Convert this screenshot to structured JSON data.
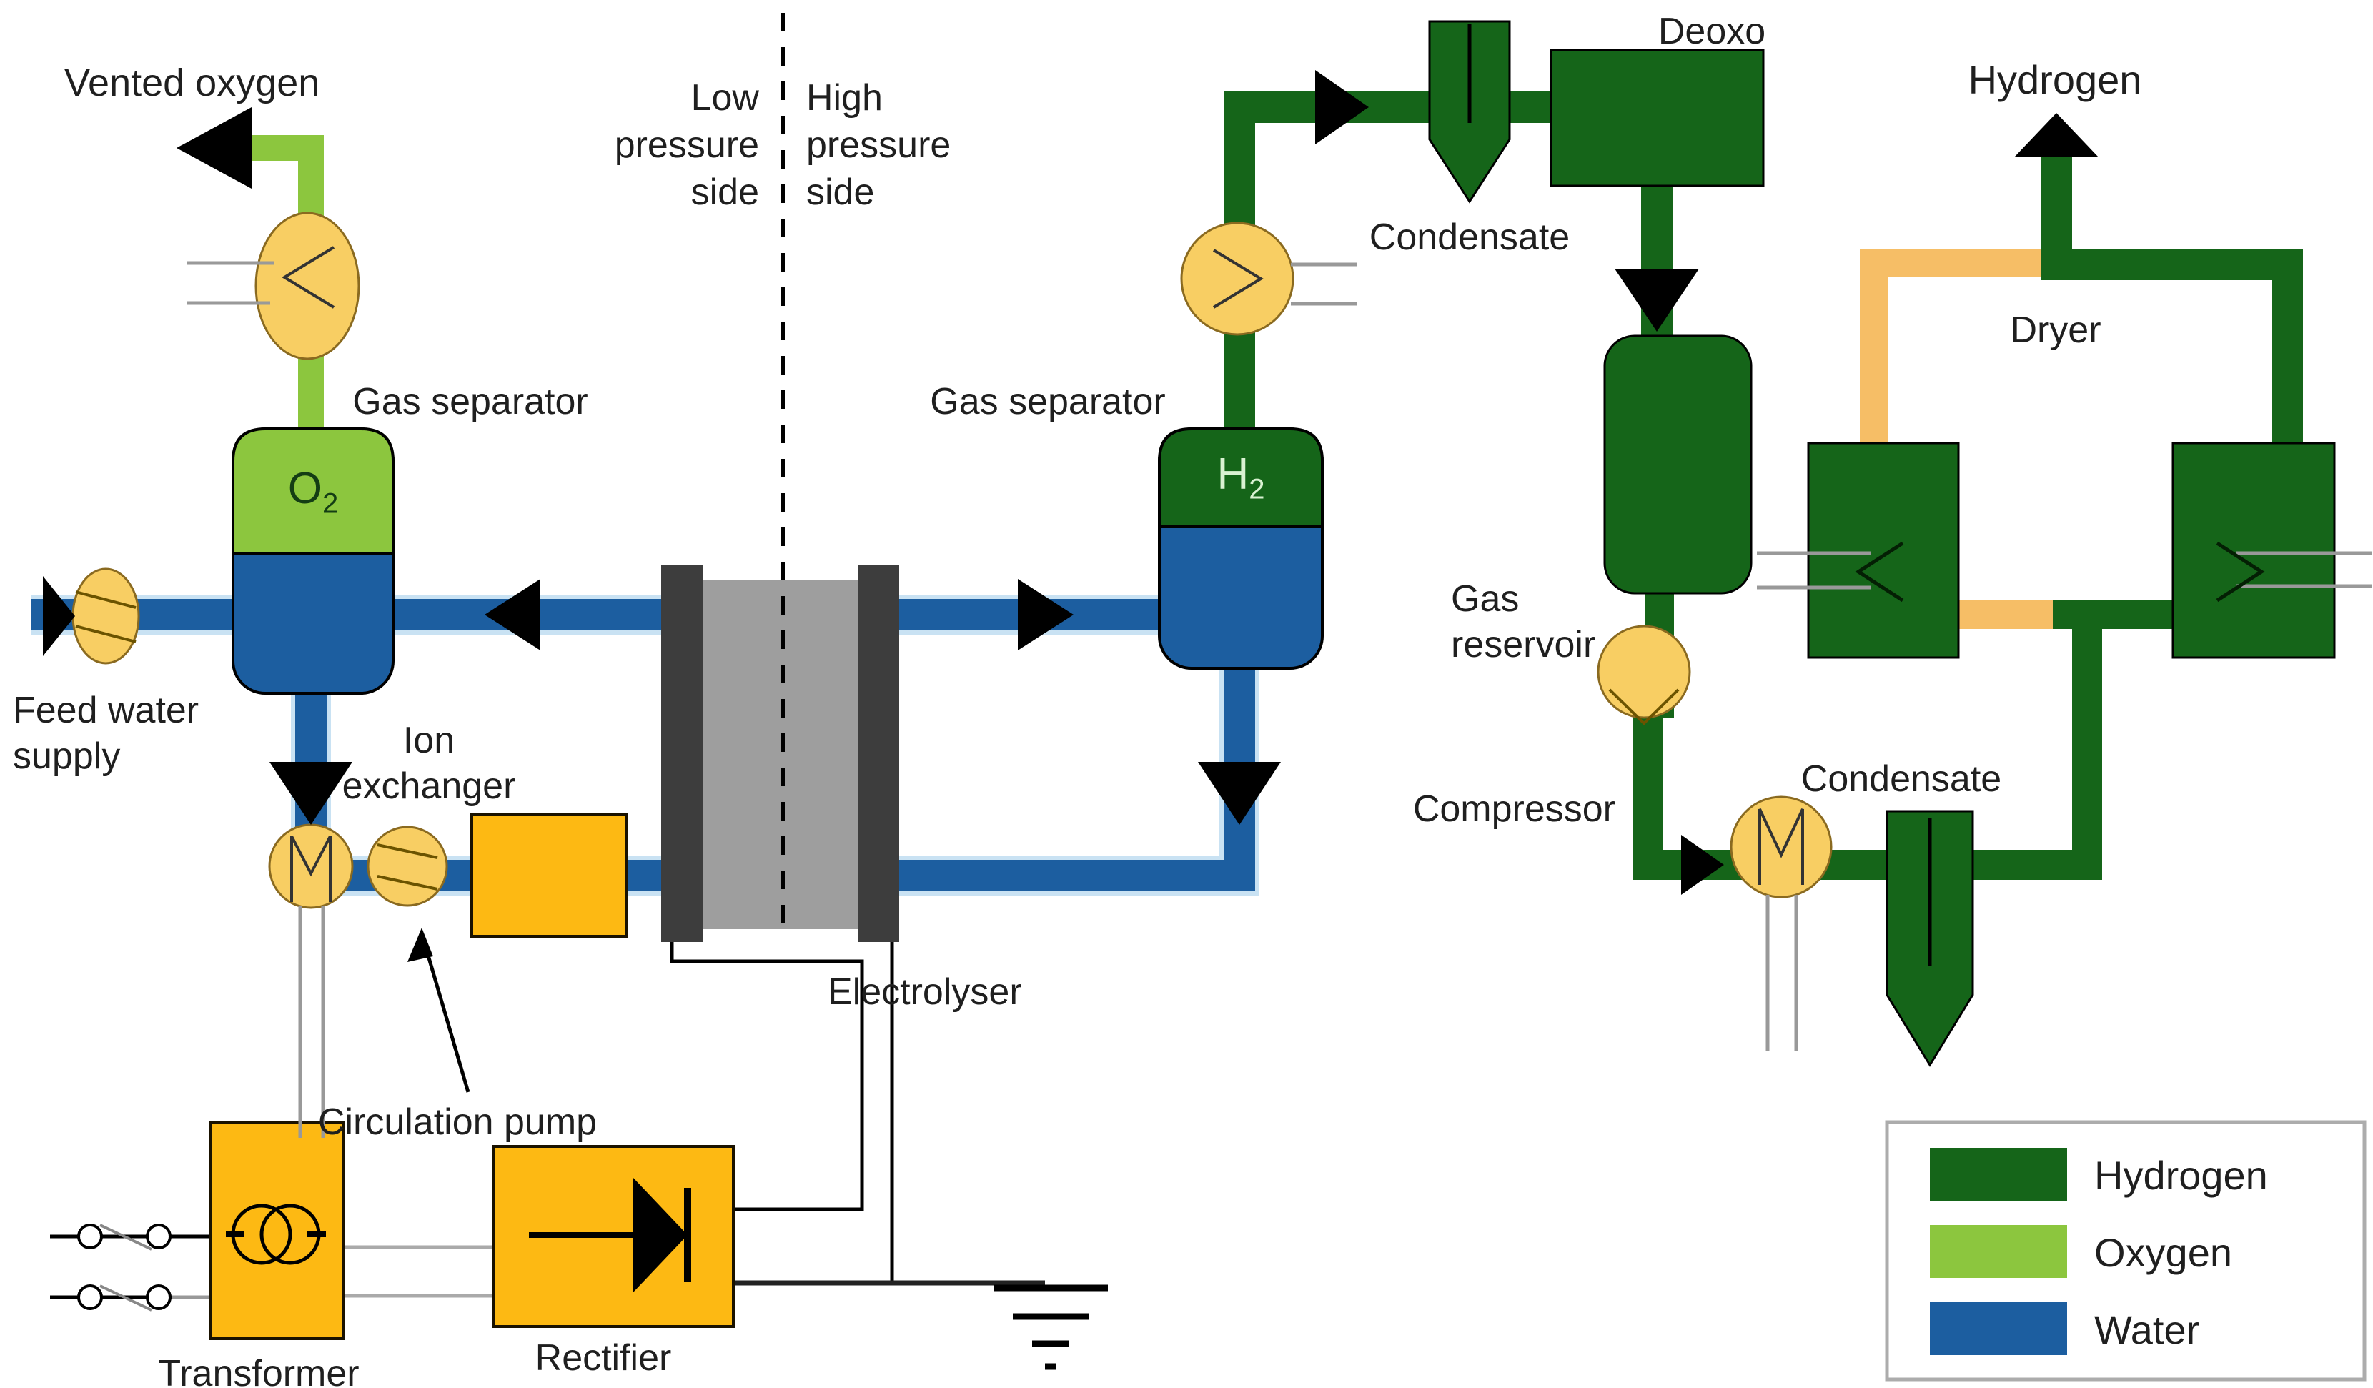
{
  "labels": {
    "vented_oxygen": "Vented oxygen",
    "pressure_sides": {
      "low": [
        "Low",
        "pressure",
        "side"
      ],
      "high": [
        "High",
        "pressure",
        "side"
      ]
    },
    "gas_separator_o2": "Gas separator",
    "gas_separator_h2": "Gas separator",
    "feed_water_supply": [
      "Feed water",
      "supply"
    ],
    "ion_exchanger": [
      "Ion",
      "exchanger"
    ],
    "circulation_pump": "Circulation pump",
    "electrolyser": "Electrolyser",
    "transformer": "Transformer",
    "rectifier": "Rectifier",
    "condensate_h2_cooler": "Condensate",
    "condensate_dryer_loop": "Condensate",
    "deoxo": "Deoxo",
    "gas_reservoir": [
      "Gas",
      "reservoir"
    ],
    "compressor": "Compressor",
    "dryer": "Dryer",
    "hydrogen_product": "Hydrogen"
  },
  "vessel_tags": {
    "oxygen_separator": {
      "element": "O",
      "subscript": "2"
    },
    "hydrogen_separator": {
      "element": "H",
      "subscript": "2"
    }
  },
  "legend": {
    "items": [
      {
        "label": "Hydrogen",
        "color": "#156519"
      },
      {
        "label": "Oxygen",
        "color": "#8CC63E"
      },
      {
        "label": "Water",
        "color": "#1C5EA0"
      }
    ]
  },
  "colors": {
    "hydrogen_pipe": "#156519",
    "oxygen_pipe": "#8CC63E",
    "water_pipe": "#1C5EA0",
    "water_pipe_halo": "#C9E2F3",
    "dryer_regen_pipe": "#F6BE66",
    "equipment_yellow": "#F8CE63",
    "power_equipment_orange": "#FDB913",
    "electrode_dark_gray": "#3D3D3D",
    "stack_gray": "#9E9E9E",
    "legend_border_gray": "#ACACAC"
  }
}
